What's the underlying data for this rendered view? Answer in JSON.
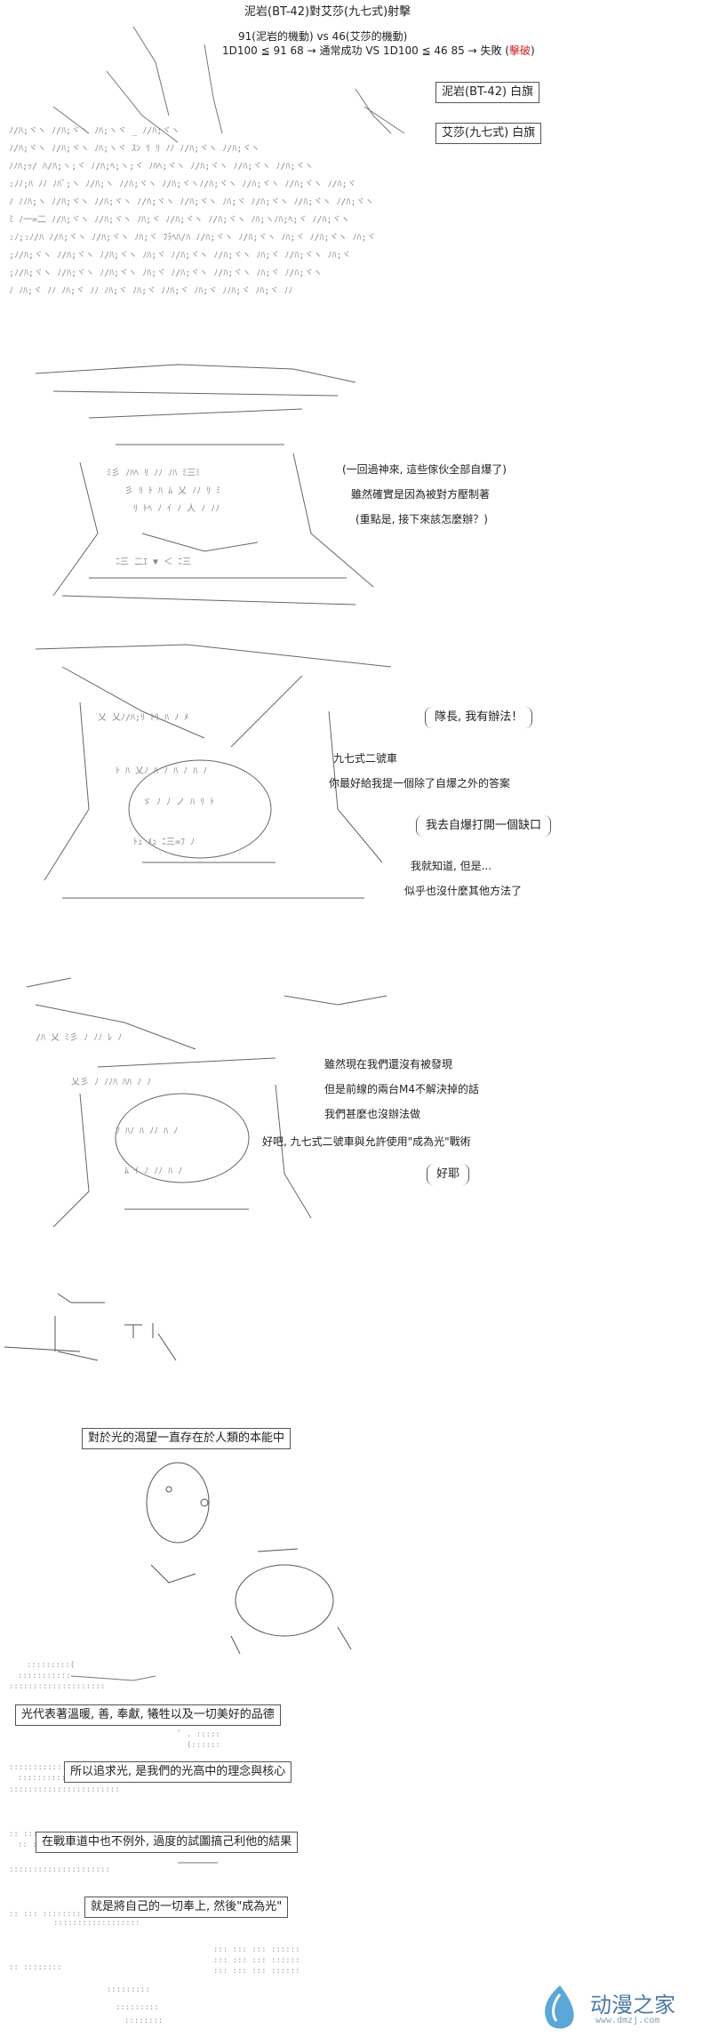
{
  "header": {
    "title": "泥岩(BT-42)對艾莎(九七式)射擊",
    "line1": "91(泥岩的機動) vs 46(艾莎的機動)",
    "line2_prefix": "1D100 ≦ 91   68 → 通常成功 VS 1D100 ≦ 46   85 → 失敗 (",
    "line2_red": "擊破",
    "line2_suffix": ")"
  },
  "flags": {
    "niyan": "泥岩(BT-42) 白旗",
    "aisha": "艾莎(九七式) 白旗"
  },
  "scene2": {
    "line1": "(一回過神來, 這些傢伙全部自爆了)",
    "line2": "雖然確實是因為被對方壓制著",
    "line3": "(重點是, 接下來該怎麼辦？)"
  },
  "scene3": {
    "bubble": "隊長, 我有辦法！",
    "name": "九七式二號車",
    "line1": "你最好給我提一個除了自爆之外的答案",
    "bubble2": "我去自爆打開一個缺口",
    "line2": "我就知道, 但是...",
    "line3": "似乎也沒什麼其他方法了"
  },
  "scene4": {
    "line1": "雖然現在我們還沒有被發現",
    "line2": "但是前線的兩台M4不解決掉的話",
    "line3": "我們甚麼也沒辦法做",
    "line4": "好吧, 九七式二號車與允許使用\"成為光\"戰術",
    "bubble": "好耶"
  },
  "scene5": {
    "caption": "對於光的渴望一直存在於人類的本能中"
  },
  "scene6": {
    "caption1": "光代表著溫暖, 善, 奉獻, 犧牲以及一切美好的品德",
    "caption2": "所以追求光, 是我們的光高中的理念與核心",
    "caption3": "在戰車道中也不例外, 過度的試圖搞己利他的結果",
    "caption4": "就是將自己的一切奉上, 然後\"成為光\""
  },
  "watermark": {
    "name": "动漫之家",
    "url": "www.dmzj.com"
  }
}
